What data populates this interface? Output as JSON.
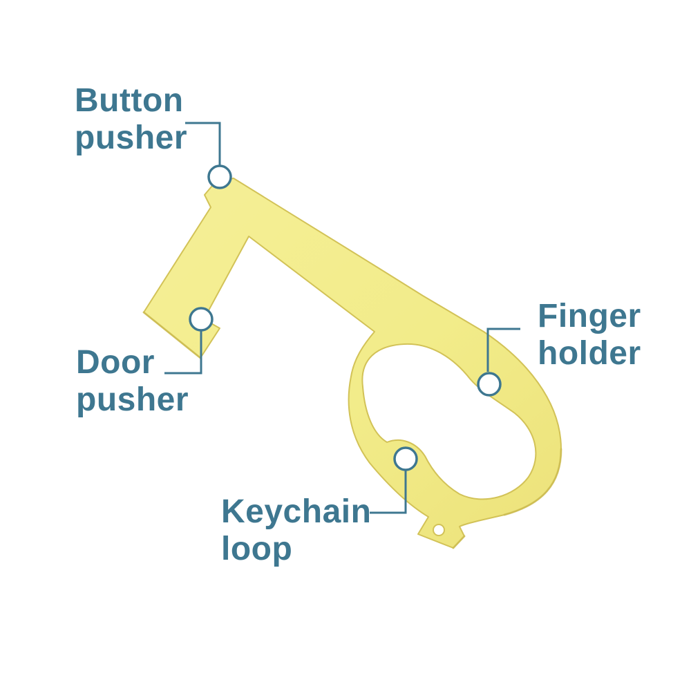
{
  "colors": {
    "label_text": "#3e7790",
    "leader_line": "#3e7790",
    "tool_fill": "#f2ec8a",
    "tool_edge": "#c9b94e",
    "tool_highlight": "#fbf7b8",
    "marker_fill": "#ffffff"
  },
  "labels": {
    "button_pusher": {
      "line1": "Button",
      "line2": "pusher"
    },
    "door_pusher": {
      "line1": "Door",
      "line2": "pusher"
    },
    "finger_holder": {
      "line1": "Finger",
      "line2": "holder"
    },
    "keychain_loop": {
      "line1": "Keychain",
      "line2": "loop"
    }
  },
  "icons": {
    "tool": "brass-no-touch-key-tool",
    "markers": "circle-marker"
  }
}
